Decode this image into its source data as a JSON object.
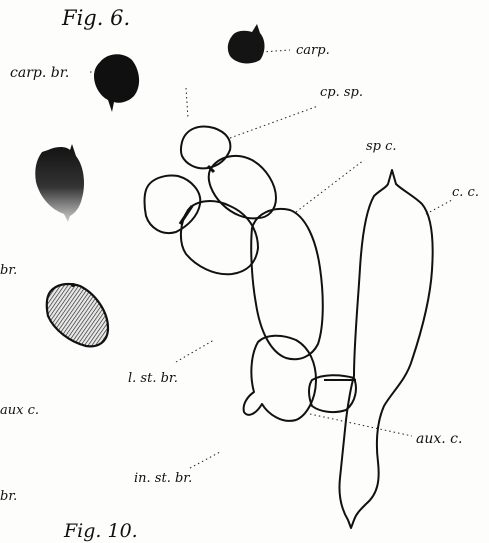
{
  "figure": {
    "title": "Fig. 6.",
    "bottom_caption": "Fig. 10."
  },
  "labels": {
    "carp": "carp.",
    "carp_br": "carp. br.",
    "cp_sp": "cp. sp.",
    "sp_c": "sp c.",
    "c_c": "c. c.",
    "br_left": "br.",
    "l_st_br": "l. st. br.",
    "aux_c_left": "aux c.",
    "aux_c_right": "aux. c.",
    "in_st_br": "in. st. br.",
    "br_bottom": "br."
  },
  "colors": {
    "ink": "#111111",
    "paper": "#fdfdfb"
  }
}
